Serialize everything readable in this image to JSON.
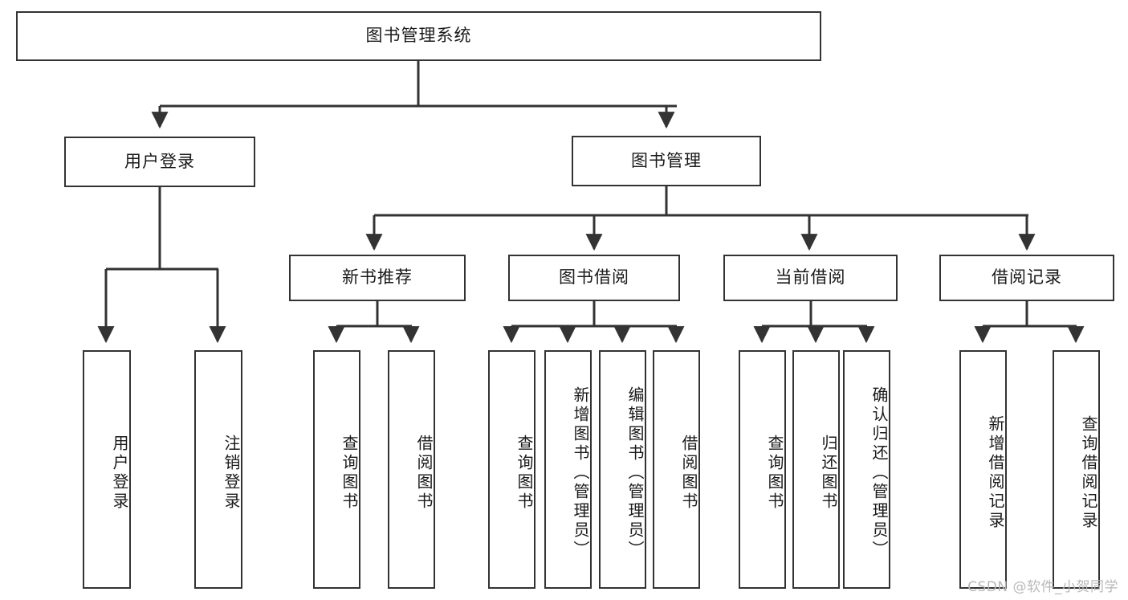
{
  "diagram": {
    "title": "图书管理系统",
    "type": "tree-hierarchy",
    "watermark": "CSDN @软件_小贺同学",
    "stroke_color": "#333333",
    "background_color": "#ffffff",
    "root": {
      "label": "图书管理系统"
    },
    "level2": [
      {
        "label": "用户登录"
      },
      {
        "label": "图书管理"
      }
    ],
    "level3": [
      {
        "label": "新书推荐"
      },
      {
        "label": "图书借阅"
      },
      {
        "label": "当前借阅"
      },
      {
        "label": "借阅记录"
      }
    ],
    "leaves": {
      "user_login": [
        {
          "label": "用户登录"
        },
        {
          "label": "注销登录"
        }
      ],
      "new_book": [
        {
          "label": "查询图书"
        },
        {
          "label": "借阅图书"
        }
      ],
      "book_borrow": [
        {
          "label": "查询图书"
        },
        {
          "label": "新增图书（管理员）"
        },
        {
          "label": "编辑图书（管理员）"
        },
        {
          "label": "借阅图书"
        }
      ],
      "current_borrow": [
        {
          "label": "查询图书"
        },
        {
          "label": "归还图书"
        },
        {
          "label": "确认归还（管理员）"
        }
      ],
      "borrow_record": [
        {
          "label": "新增借阅记录"
        },
        {
          "label": "查询借阅记录"
        }
      ]
    }
  }
}
